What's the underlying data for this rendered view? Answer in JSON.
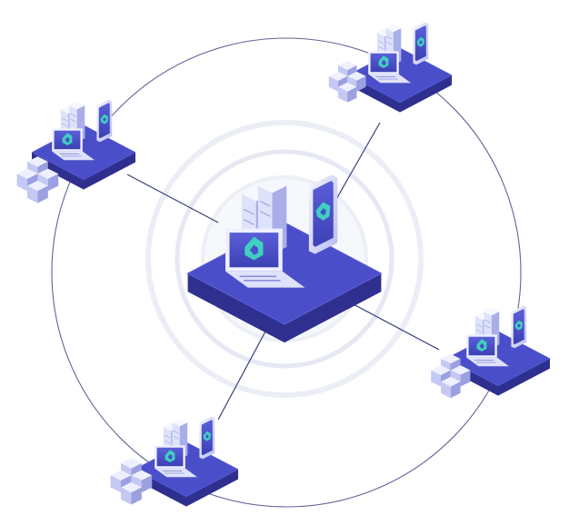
{
  "diagram": {
    "kind": "network-topology",
    "hub": {
      "name": "central-node",
      "devices": [
        "server-rack",
        "laptop",
        "smartphone"
      ]
    },
    "satellites": [
      {
        "name": "node-top-left",
        "devices": [
          "server-rack",
          "laptop",
          "smartphone",
          "cube-stack"
        ]
      },
      {
        "name": "node-top-right",
        "devices": [
          "server-rack",
          "laptop",
          "smartphone",
          "cube-stack"
        ]
      },
      {
        "name": "node-right",
        "devices": [
          "server-rack",
          "laptop",
          "smartphone",
          "cube-stack"
        ]
      },
      {
        "name": "node-bottom-left",
        "devices": [
          "server-rack",
          "laptop",
          "smartphone",
          "cube-stack"
        ]
      }
    ],
    "connections": [
      [
        "central-node",
        "node-top-left"
      ],
      [
        "central-node",
        "node-top-right"
      ],
      [
        "central-node",
        "node-right"
      ],
      [
        "central-node",
        "node-bottom-left"
      ]
    ],
    "colors": {
      "platform_top": "#4a4fc9",
      "platform_side": "#2f2f8f",
      "device_light": "#eef0ff",
      "device_mid": "#b9bdf0",
      "screen": "#4a4fc9",
      "logo": "#3fd0c0",
      "lines": "#3a3f7a",
      "halo": "#eceef6"
    }
  }
}
